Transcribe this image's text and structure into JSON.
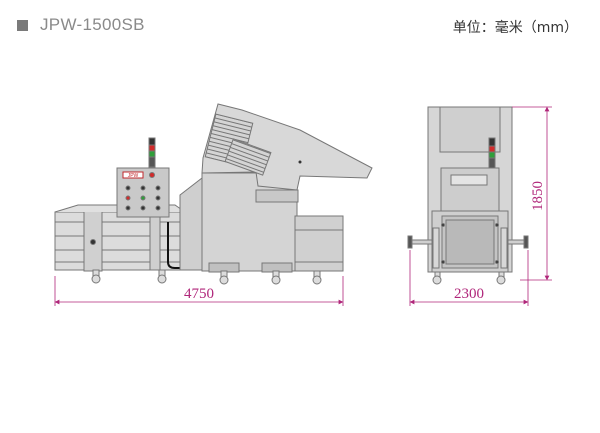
{
  "header": {
    "model": "JPW-1500SB",
    "unit": "单位：毫米（mm）"
  },
  "dimensions": {
    "side_length": "4750",
    "front_width": "2300",
    "front_height": "1850"
  },
  "control_panel": {
    "label_text": "JPW"
  },
  "colors": {
    "machine_fill": "#d4d4d4",
    "machine_stroke": "#777777",
    "dimension_line": "#b0267a",
    "panel_label": "#c0282c",
    "signal_red": "#d12a2a",
    "signal_green": "#2f9e3a"
  }
}
